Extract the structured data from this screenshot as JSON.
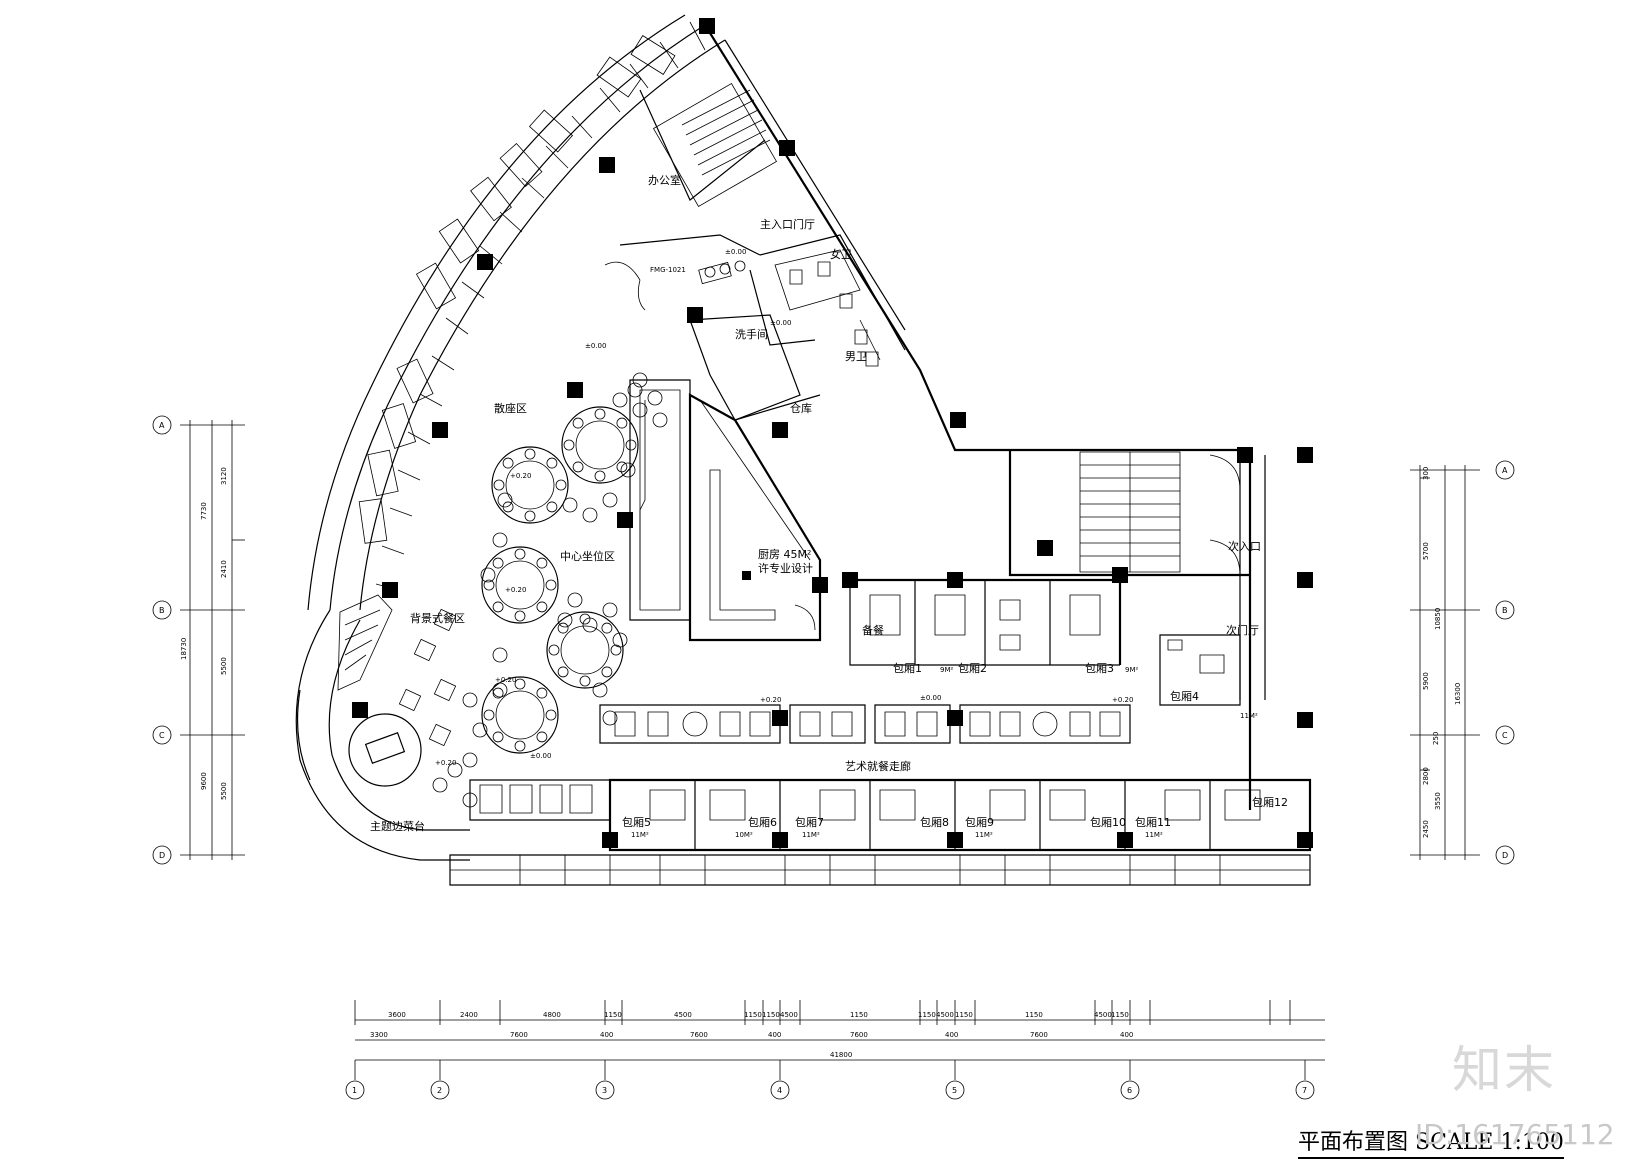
{
  "title": "平面布置图 SCALE 1:100",
  "watermark": {
    "logo": "知末",
    "id": "ID:161765112"
  },
  "rooms": {
    "office": "办公室",
    "main_lobby": "主入口门厅",
    "female_wc": "女卫",
    "male_wc": "男卫",
    "washroom": "洗手间",
    "storage": "仓库",
    "scatter": "散座区",
    "center": "中心坐位区",
    "backdrop": "背景式餐区",
    "stage": "主题边菜台",
    "kitchen": "厨房 45M²",
    "kitchen_note": "许专业设计",
    "pantry": "备餐",
    "second_entrance": "次入口",
    "second_hall": "次门厅",
    "corridor": "艺术就餐走廊",
    "fmg": "FMG-1021"
  },
  "private_rooms": [
    "包厢1",
    "包厢2",
    "包厢3",
    "包厢4",
    "包厢5",
    "包厢6",
    "包厢7",
    "包厢8",
    "包厢9",
    "包厢10",
    "包厢11",
    "包厢12"
  ],
  "room_areas": {
    "r1": "9M²",
    "r3": "9M²",
    "r4": "11M²",
    "r5": "11M²",
    "r6": "10M²",
    "r7": "11M²",
    "r9": "11M²",
    "r11": "11M²"
  },
  "levels": {
    "zero": "±0.00",
    "plus20": "+0.20"
  },
  "dims_bottom_row1": [
    "3600",
    "2400",
    "4800",
    "1150",
    "4500",
    "1150",
    "1150",
    "4500",
    "1150",
    "1150",
    "4500",
    "1150",
    "1150",
    "4500",
    "1150"
  ],
  "dims_bottom_row2": [
    "3300",
    "7600",
    "400",
    "7600",
    "400",
    "7600",
    "400",
    "7600",
    "400"
  ],
  "dims_bottom_total": "41800",
  "dims_bottom_small": [
    "400",
    "400"
  ],
  "dims_left": [
    "3120",
    "2410",
    "5500",
    "5500",
    "7730",
    "18730",
    "9600"
  ],
  "dims_right": [
    "300",
    "5700",
    "5900",
    "250",
    "2800",
    "2450",
    "16300",
    "10850",
    "3550"
  ],
  "axes_bottom": [
    "1",
    "2",
    "3",
    "4",
    "5",
    "6",
    "7"
  ],
  "axes_left": [
    "A",
    "B",
    "C",
    "D"
  ],
  "axes_right": [
    "A",
    "B",
    "C",
    "D"
  ]
}
